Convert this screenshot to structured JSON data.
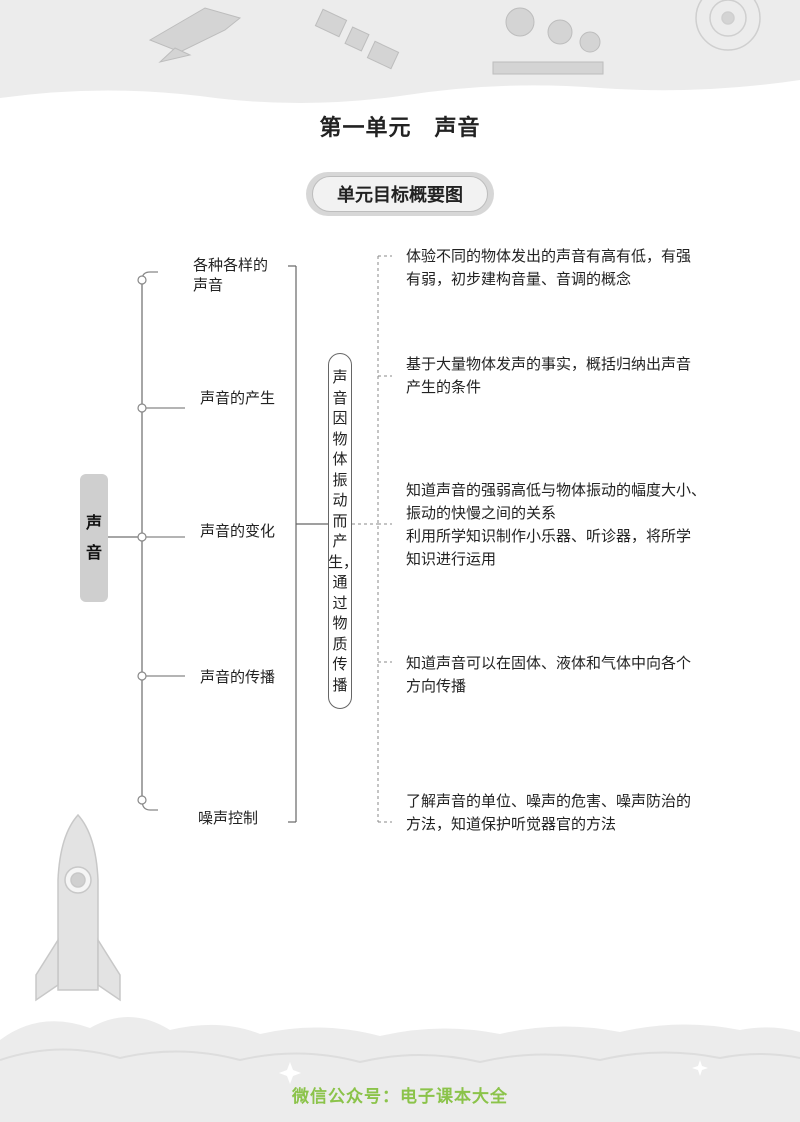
{
  "page": {
    "title": "第一单元　声音",
    "badge": "单元目标概要图"
  },
  "root": {
    "label": "声音"
  },
  "branches": [
    {
      "label": "各种各样的声音"
    },
    {
      "label": "声音的产生"
    },
    {
      "label": "声音的变化"
    },
    {
      "label": "声音的传播"
    },
    {
      "label": "噪声控制"
    }
  ],
  "center": {
    "text": "声音因物体振动而产生，通过物质传播"
  },
  "goals": [
    {
      "lines": [
        "体验不同的物体发出的声音有高有低，有强",
        "有弱，初步建构音量、音调的概念"
      ]
    },
    {
      "lines": [
        "基于大量物体发声的事实，概括归纳出声音",
        "产生的条件"
      ]
    },
    {
      "lines": [
        "知道声音的强弱高低与物体振动的幅度大小、",
        "振动的快慢之间的关系",
        "利用所学知识制作小乐器、听诊器，将所学",
        "知识进行运用"
      ]
    },
    {
      "lines": [
        "知道声音可以在固体、液体和气体中向各个",
        "方向传播"
      ]
    },
    {
      "lines": [
        "了解声音的单位、噪声的危害、噪声防治的",
        "方法，知道保护听觉器官的方法"
      ]
    }
  ],
  "footer": {
    "text": "微信公众号：电子课本大全"
  },
  "colors": {
    "footer_text": "#8bc34a",
    "decor_gray": "#d9d9d9",
    "line_gray": "#888888"
  }
}
